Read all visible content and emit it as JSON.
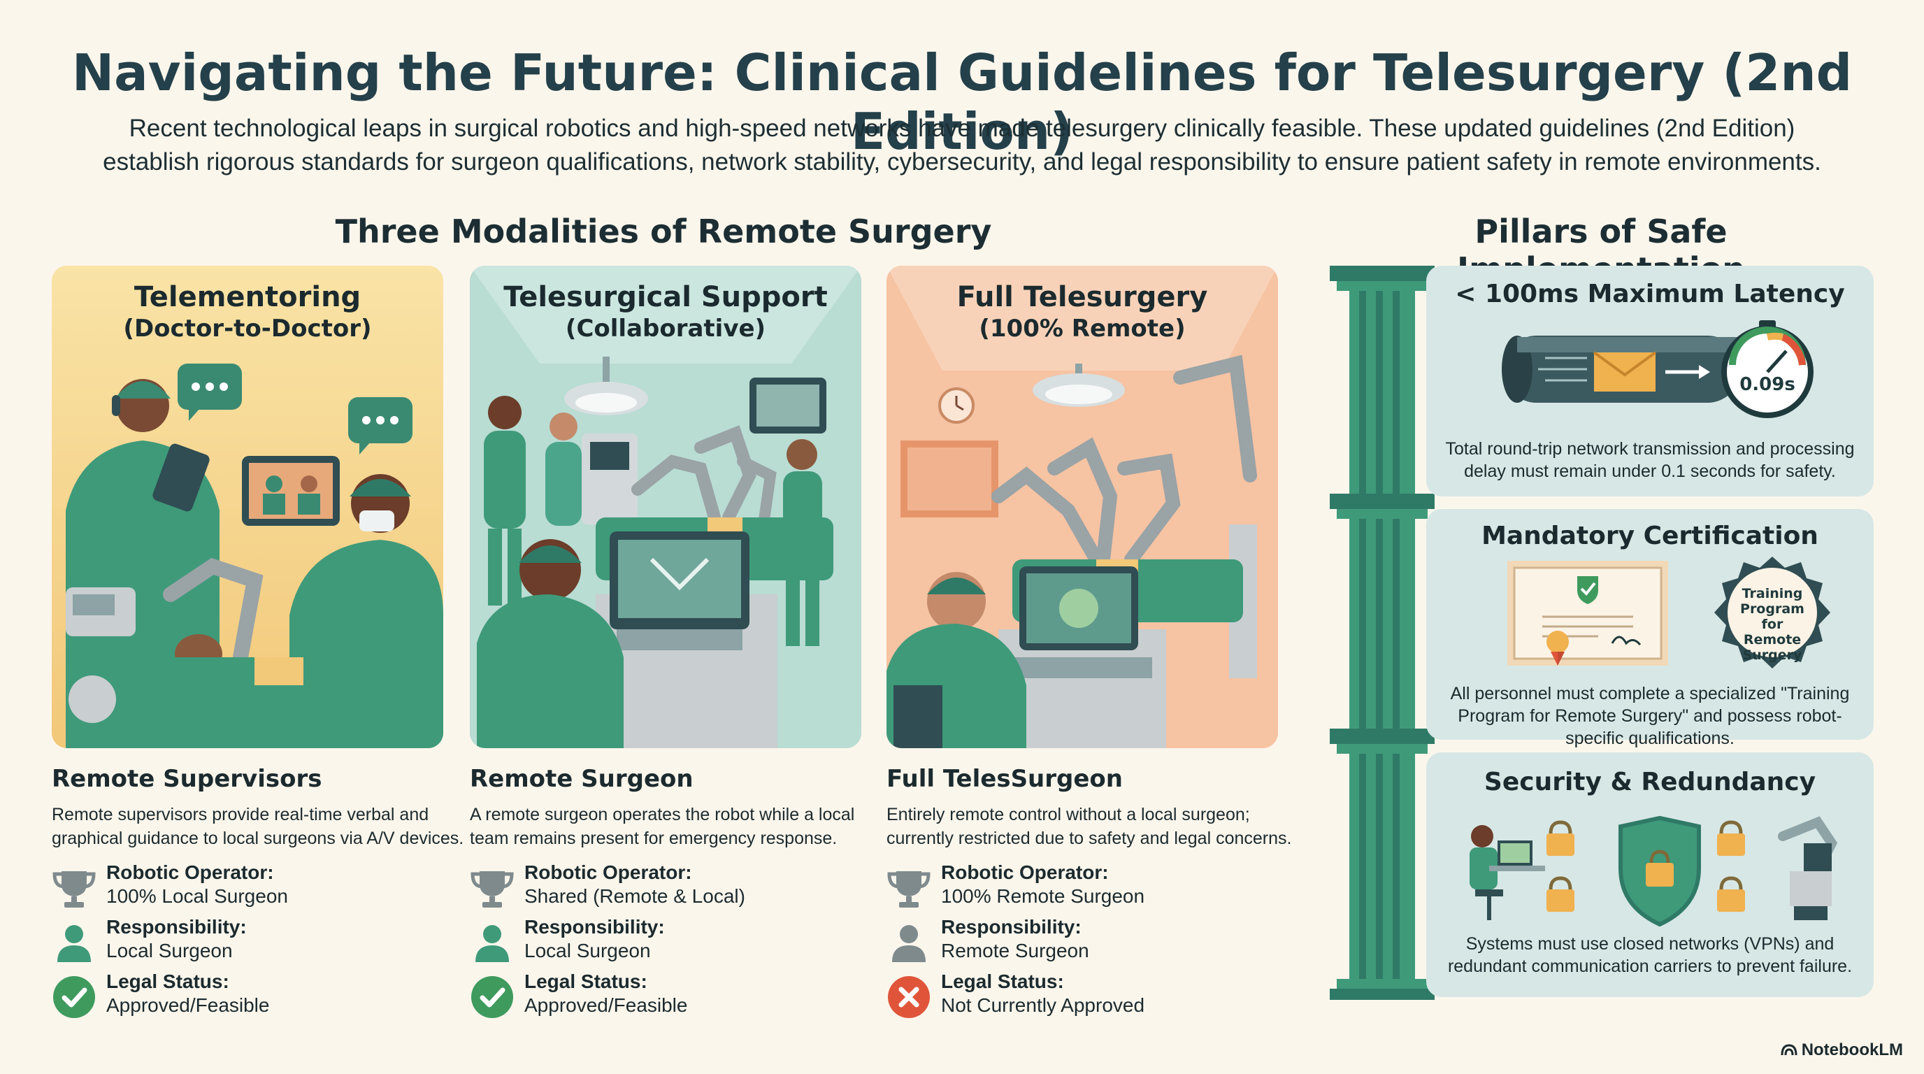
{
  "header": {
    "title": "Navigating the Future: Clinical Guidelines for Telesurgery (2nd Edition)",
    "subtitle": "Recent technological leaps in surgical robotics and high-speed networks have made telesurgery clinically feasible. These updated guidelines (2nd Edition) establish rigorous standards for surgeon qualifications, network stability, cybersecurity, and legal responsibility to ensure patient safety in remote environments."
  },
  "modalities": {
    "heading": "Three Modalities of Remote Surgery",
    "columns": [
      {
        "card_title": "Telementoring",
        "card_subtitle": "(Doctor-to-Doctor)",
        "heading": "Remote Supervisors",
        "description": "Remote supervisors provide real-time verbal and graphical guidance to local surgeons via A/V devices.",
        "operator_label": "Robotic Operator:",
        "operator_value": "100% Local Surgeon",
        "responsibility_label": "Responsibility:",
        "responsibility_value": "Local Surgeon",
        "legal_label": "Legal Status:",
        "legal_value": "Approved/Feasible",
        "legal_icon": "check-circle-icon",
        "bg_color": "#f6d98f"
      },
      {
        "card_title": "Telesurgical Support",
        "card_subtitle": "(Collaborative)",
        "heading": "Remote Surgeon",
        "description": "A remote surgeon operates the robot while a local team remains present for emergency response.",
        "operator_label": "Robotic Operator:",
        "operator_value": "Shared (Remote & Local)",
        "responsibility_label": "Responsibility:",
        "responsibility_value": "Local Surgeon",
        "legal_label": "Legal Status:",
        "legal_value": "Approved/Feasible",
        "legal_icon": "check-circle-icon",
        "bg_color": "#a9d3c8"
      },
      {
        "card_title": "Full Telesurgery",
        "card_subtitle": "(100% Remote)",
        "heading": "Full TelesSurgeon",
        "description": "Entirely remote control without a local surgeon; currently restricted due to safety and legal concerns.",
        "operator_label": "Robotic Operator:",
        "operator_value": "100% Remote Surgeon",
        "responsibility_label": "Responsibility:",
        "responsibility_value": "Remote Surgeon",
        "legal_label": "Legal Status:",
        "legal_value": "Not Currently Approved",
        "legal_icon": "x-circle-icon",
        "bg_color": "#f4b896"
      }
    ]
  },
  "pillars": {
    "heading": "Pillars of Safe Implementation",
    "items": [
      {
        "title": "< 100ms Maximum Latency",
        "badge": "0.09s",
        "description": "Total round-trip network transmission and processing delay must remain under 0.1 seconds for safety."
      },
      {
        "title": "Mandatory Certification",
        "badge": "Training Program for Remote Surgery",
        "description": "All personnel must complete a specialized \"Training Program for Remote Surgery\" and possess robot-specific qualifications."
      },
      {
        "title": "Security & Redundancy",
        "description": "Systems must use closed networks (VPNs) and redundant communication carriers to prevent failure."
      }
    ]
  },
  "brand": {
    "name": "NotebookLM"
  },
  "colors": {
    "accent_green": "#3f9a7a",
    "approved_green": "#3f9a5e",
    "rejected_red": "#e0553a",
    "title_color": "#24404a"
  }
}
